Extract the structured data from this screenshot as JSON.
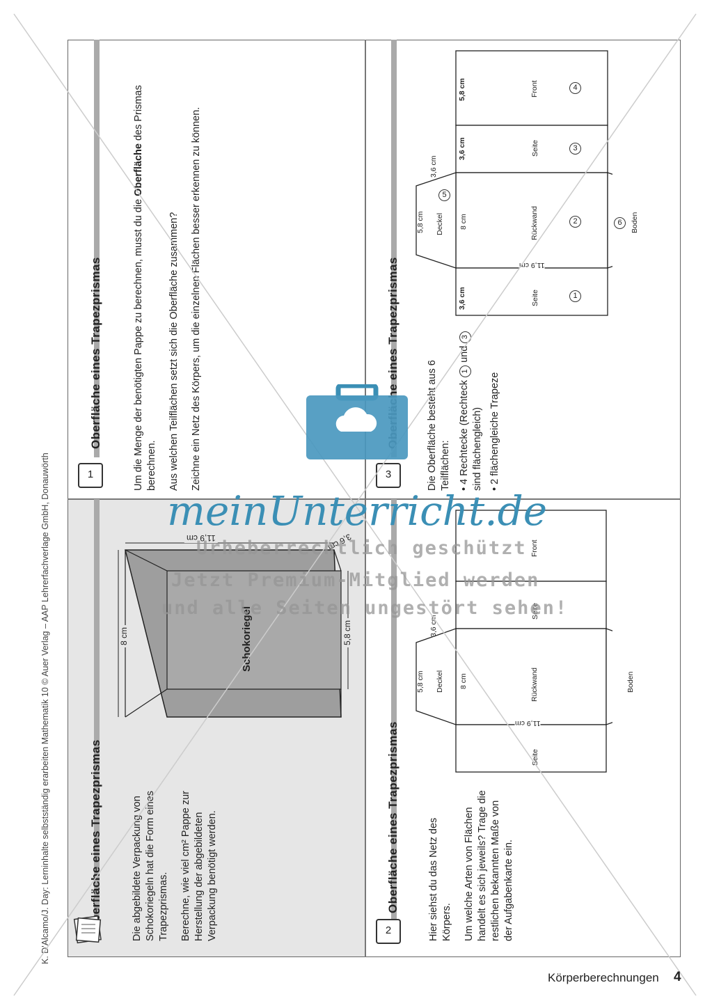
{
  "side_note": "K. D'Alcamo/J. Day: Lerninhalte selbstständig erarbeiten Mathematik 10 © Auer Verlag – AAP Lehrerfachverlage GmbH, Donauwörth",
  "footer": {
    "chapter": "Körperberechnungen",
    "page": "4"
  },
  "card_title": "Oberfläche eines Trapezprismas",
  "card_aufgabe": {
    "p1": "Die abgebildete Verpackung von Schokoriegeln hat die Form eines Trapezprismas.",
    "p2": "Berechne, wie viel cm² Pappe zur Herstellung der abgebildeten Verpackung benötigt werden.",
    "figure": {
      "label": "Schokoriegel",
      "height": "8 cm",
      "length": "11,9 cm",
      "depth": "3,6 cm",
      "width": "5,8 cm"
    }
  },
  "card1": {
    "number": "1",
    "p1": "Um die Menge der benötigten Pappe zu berechnen, musst du die",
    "p1_bold": "Oberfläche",
    "p1_end": "des Prismas berechnen.",
    "p2": "Aus welchen Teilflächen setzt sich die Oberfläche zusammen?",
    "p3": "Zeichne ein Netz des Körpers, um die einzelnen Flächen besser erkennen zu können."
  },
  "card2": {
    "number": "2",
    "p1": "Hier siehst du das Netz des Körpers.",
    "p2": "Um welche Arten von Flächen handelt es sich jeweils? Trage die restlichen bekannten Maße von der Aufgabenkarte ein.",
    "net": {
      "seite": "Seite",
      "rueckwand": "Rückwand",
      "front": "Front",
      "deckel": "Deckel",
      "boden": "Boden",
      "m1": "5,8 cm",
      "m2": "3,6 cm",
      "m3": "8 cm",
      "m4": "11,9 cm"
    }
  },
  "card3": {
    "number": "3",
    "intro": "Die Oberfläche besteht aus 6 Teilflächen:",
    "b1a": "4 Rechtecke (Rechteck",
    "b1b": "und",
    "b1c": "sind flächengleich)",
    "b2": "2 flächengleiche Trapeze",
    "c1": "1",
    "c3": "3",
    "net": {
      "seite": "Seite",
      "rueckwand": "Rückwand",
      "front": "Front",
      "deckel": "Deckel",
      "boden": "Boden",
      "m_58": "5,8 cm",
      "m_36": "3,6 cm",
      "m_8": "8 cm",
      "m_119": "11,9 cm",
      "n1": "1",
      "n2": "2",
      "n3": "3",
      "n4": "4",
      "n5": "5",
      "n6": "6"
    }
  },
  "watermark": {
    "logo": "meinUnterricht.de",
    "line1": "Urheberrechtlich geschützt",
    "line2": "Jetzt Premium-Mitglied werden",
    "line3": "und alle Seiten ungestört sehen!"
  }
}
